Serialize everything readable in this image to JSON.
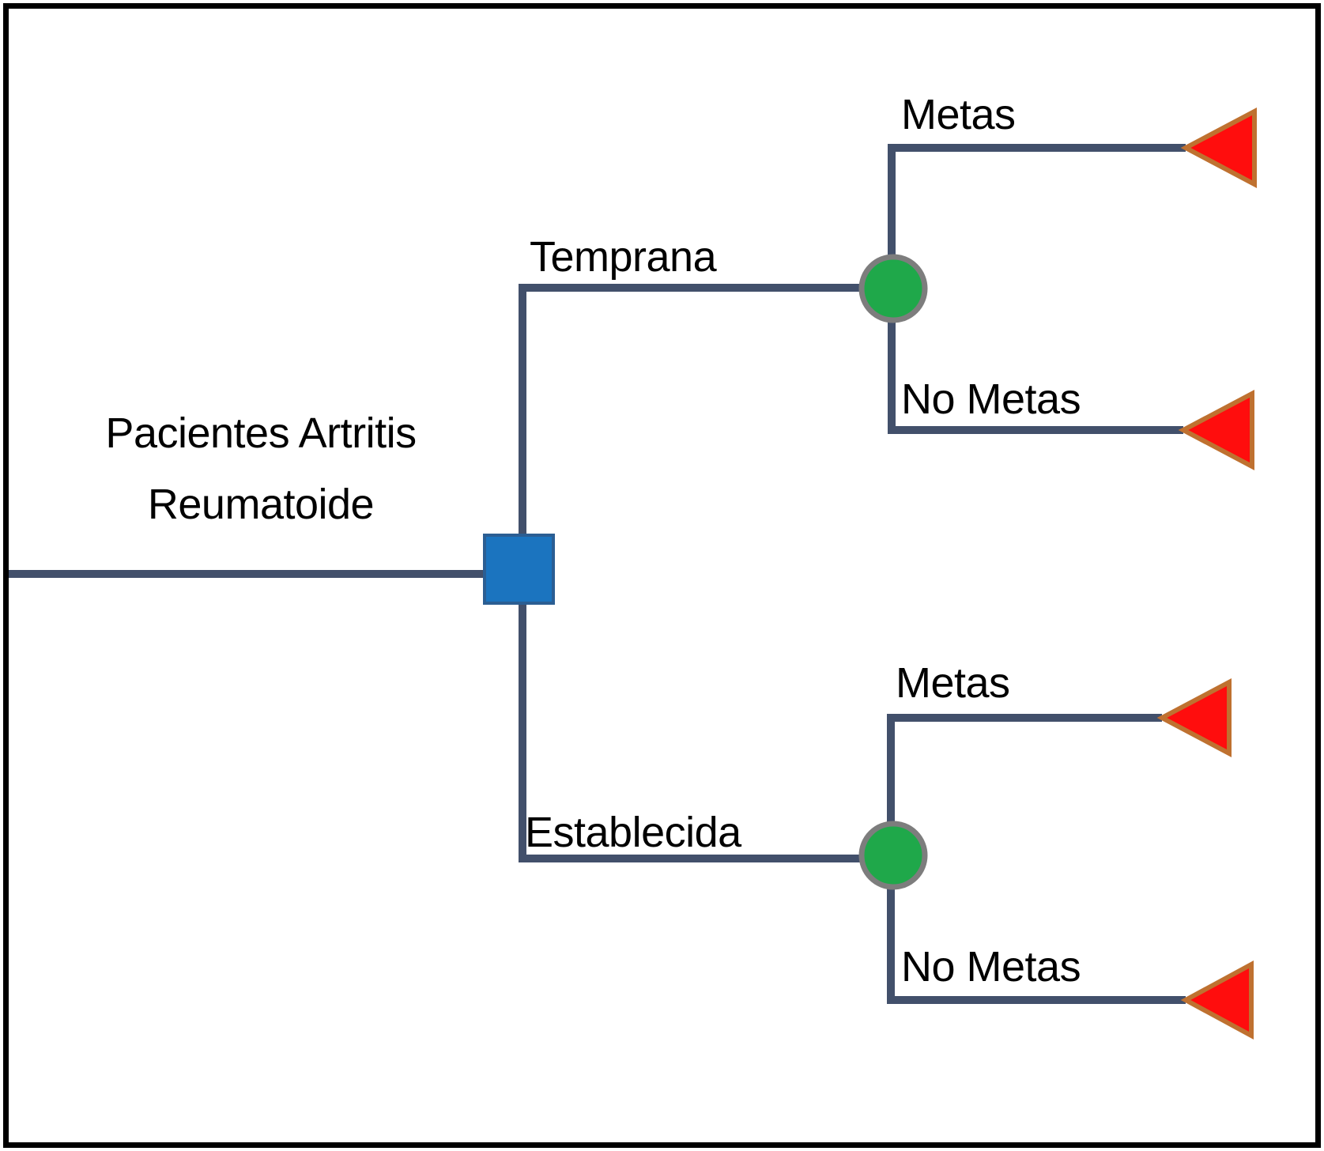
{
  "diagram": {
    "type": "decision-tree",
    "root": {
      "label_lines": [
        "Pacientes Artritis",
        "Reumatoide"
      ],
      "node_type": "decision-node-square"
    },
    "branches": [
      {
        "label": "Temprana",
        "node_type": "chance-node-circle",
        "children": [
          {
            "label": "Metas",
            "node_type": "terminal-node-triangle"
          },
          {
            "label": "No Metas",
            "node_type": "terminal-node-triangle"
          }
        ]
      },
      {
        "label": "Establecida",
        "node_type": "chance-node-circle",
        "children": [
          {
            "label": "Metas",
            "node_type": "terminal-node-triangle"
          },
          {
            "label": "No Metas",
            "node_type": "terminal-node-triangle"
          }
        ]
      }
    ]
  },
  "colors": {
    "background": "#FFFFFF",
    "frame_border": "#000000",
    "connector_line": "#42506B",
    "text": "#000000",
    "decision_node_fill": "#1B74BF",
    "decision_node_border": "#2B5E93",
    "chance_node_fill": "#1FA84A",
    "chance_node_border": "#7D7D7D",
    "terminal_node_fill": "#FF0D0D",
    "terminal_node_border": "#BF7130"
  }
}
